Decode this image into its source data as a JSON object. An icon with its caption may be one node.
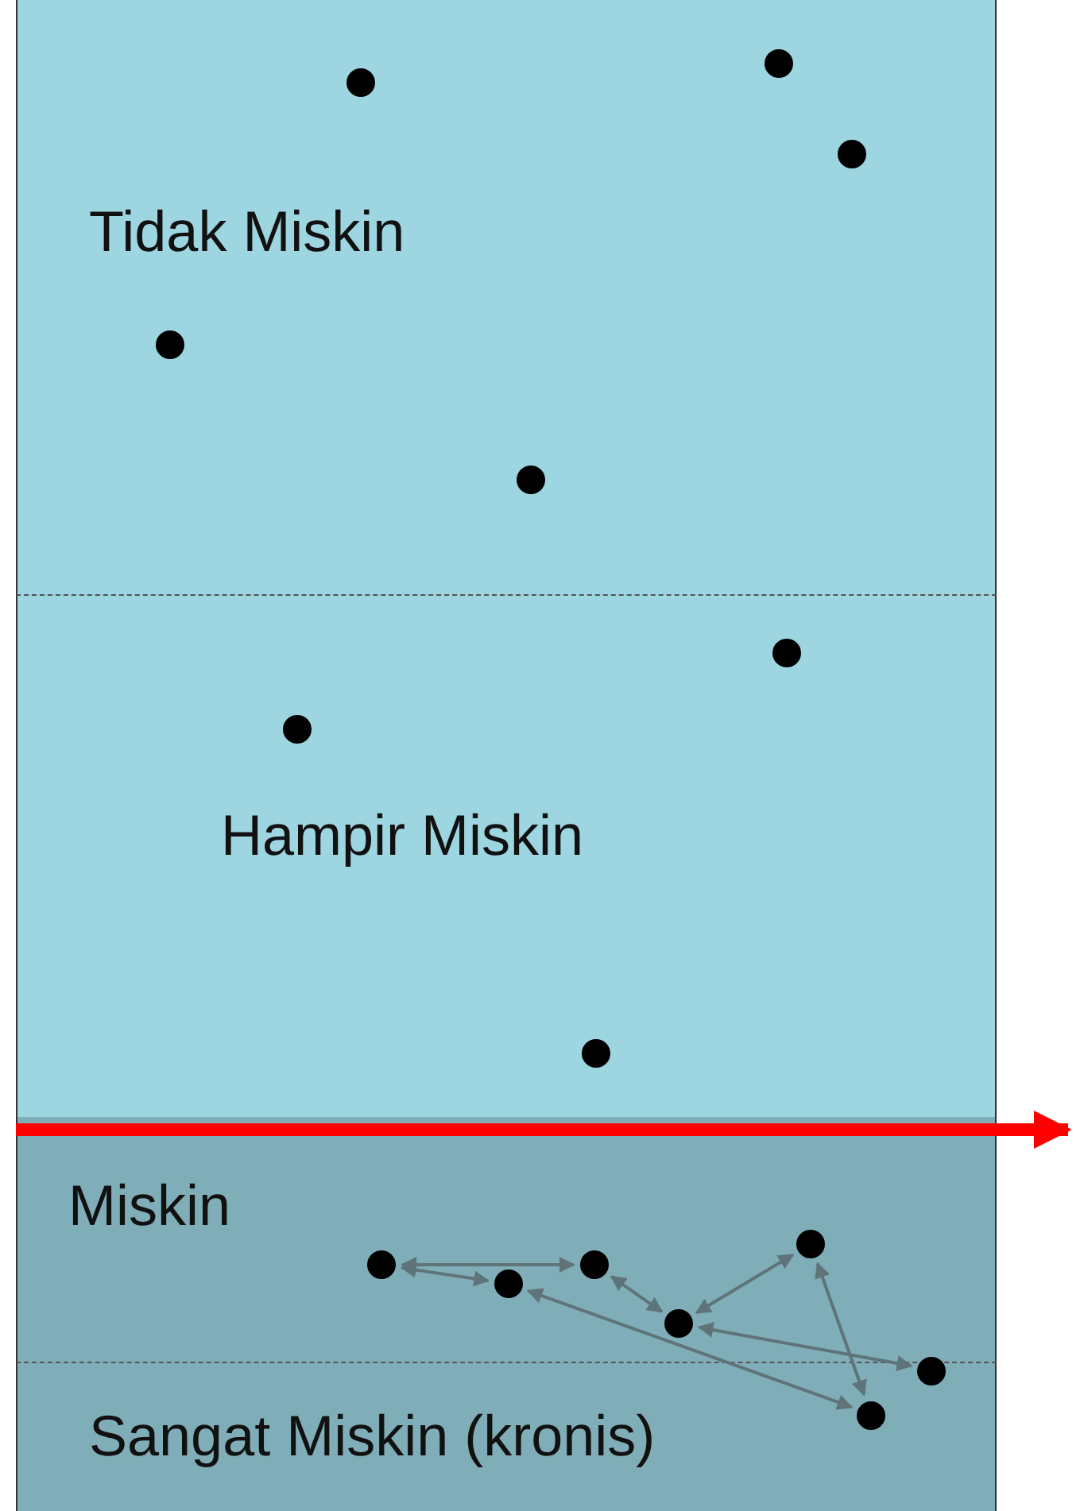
{
  "diagram": {
    "nodes": [
      {
        "text": [
          "Tidak Miskin"
        ]
      },
      {
        "text": [],
        "shape": "circle",
        "in": 0
      },
      {
        "text": [],
        "shape": "circle",
        "in": 0
      },
      {
        "text": [],
        "shape": "circle",
        "in": 0
      },
      {
        "text": [],
        "shape": "circle",
        "in": 0
      },
      {
        "text": [],
        "shape": "circle",
        "in": 0
      },
      {
        "text": [
          "Hampir Miskin"
        ]
      },
      {
        "text": [],
        "shape": "circle",
        "in": 6
      },
      {
        "text": [],
        "shape": "circle",
        "in": 6
      },
      {
        "text": [],
        "shape": "circle",
        "in": 6
      },
      {
        "text": [
          "Miskin"
        ]
      },
      {
        "text": [],
        "shape": "circle",
        "in": 10
      },
      {
        "text": [],
        "shape": "circle",
        "in": 10
      },
      {
        "text": [],
        "shape": "circle",
        "in": 10
      },
      {
        "text": [],
        "shape": "circle",
        "in": 10
      },
      {
        "text": [],
        "shape": "circle",
        "in": 10
      },
      {
        "text": [
          "Sangat Miskin (kronis)"
        ]
      },
      {
        "text": [],
        "shape": "circle",
        "in": 16
      },
      {
        "text": [],
        "shape": "circle",
        "in": 16
      }
    ],
    "edges": [
      {
        "from": 12,
        "to": 13,
        "arrow": "both"
      },
      {
        "from": 12,
        "to": 14,
        "arrow": "both"
      },
      {
        "from": 13,
        "to": 15,
        "arrow": "both"
      },
      {
        "from": 15,
        "to": 11,
        "arrow": "both"
      },
      {
        "from": 11,
        "to": 18,
        "arrow": "both"
      },
      {
        "from": 15,
        "to": 17,
        "arrow": "both"
      },
      {
        "from": 14,
        "to": 18,
        "arrow": "both"
      }
    ]
  }
}
